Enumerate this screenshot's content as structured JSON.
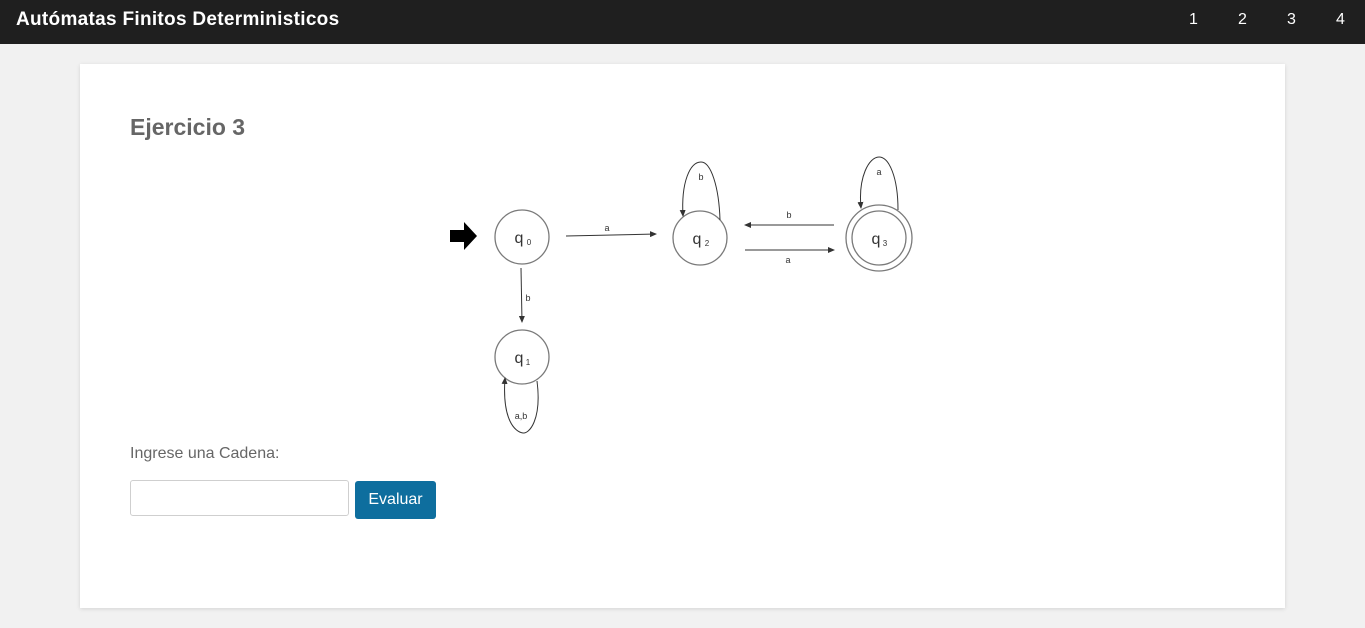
{
  "header": {
    "title": "Autómatas Finitos Deterministicos",
    "nav": [
      "1",
      "2",
      "3",
      "4"
    ]
  },
  "main": {
    "exercise_title": "Ejercicio 3",
    "input_label": "Ingrese una Cadena:",
    "input_value": "",
    "button_label": "Evaluar"
  },
  "automaton": {
    "states": [
      {
        "name": "q",
        "sub": "0",
        "initial": true,
        "accepting": false
      },
      {
        "name": "q",
        "sub": "1",
        "initial": false,
        "accepting": false
      },
      {
        "name": "q",
        "sub": "2",
        "initial": false,
        "accepting": false
      },
      {
        "name": "q",
        "sub": "3",
        "initial": false,
        "accepting": true
      }
    ],
    "transitions": [
      {
        "from": "q0",
        "to": "q2",
        "label": "a"
      },
      {
        "from": "q0",
        "to": "q1",
        "label": "b"
      },
      {
        "from": "q1",
        "to": "q1",
        "label": "a,b"
      },
      {
        "from": "q2",
        "to": "q2",
        "label": "b"
      },
      {
        "from": "q2",
        "to": "q3",
        "label": "a"
      },
      {
        "from": "q3",
        "to": "q2",
        "label": "b"
      },
      {
        "from": "q3",
        "to": "q3",
        "label": "a"
      }
    ]
  },
  "colors": {
    "topbar": "#1f1f1f",
    "button": "#0e6e9e",
    "page_background": "#f1f1f1"
  }
}
